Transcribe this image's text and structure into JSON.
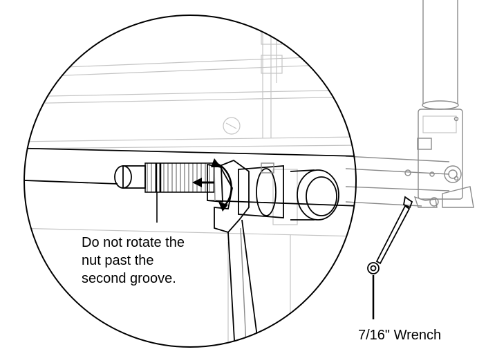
{
  "diagram": {
    "callout_note": [
      "Do not rotate the",
      "nut past the",
      "second groove."
    ],
    "tool_label": "7/16\" Wrench"
  }
}
